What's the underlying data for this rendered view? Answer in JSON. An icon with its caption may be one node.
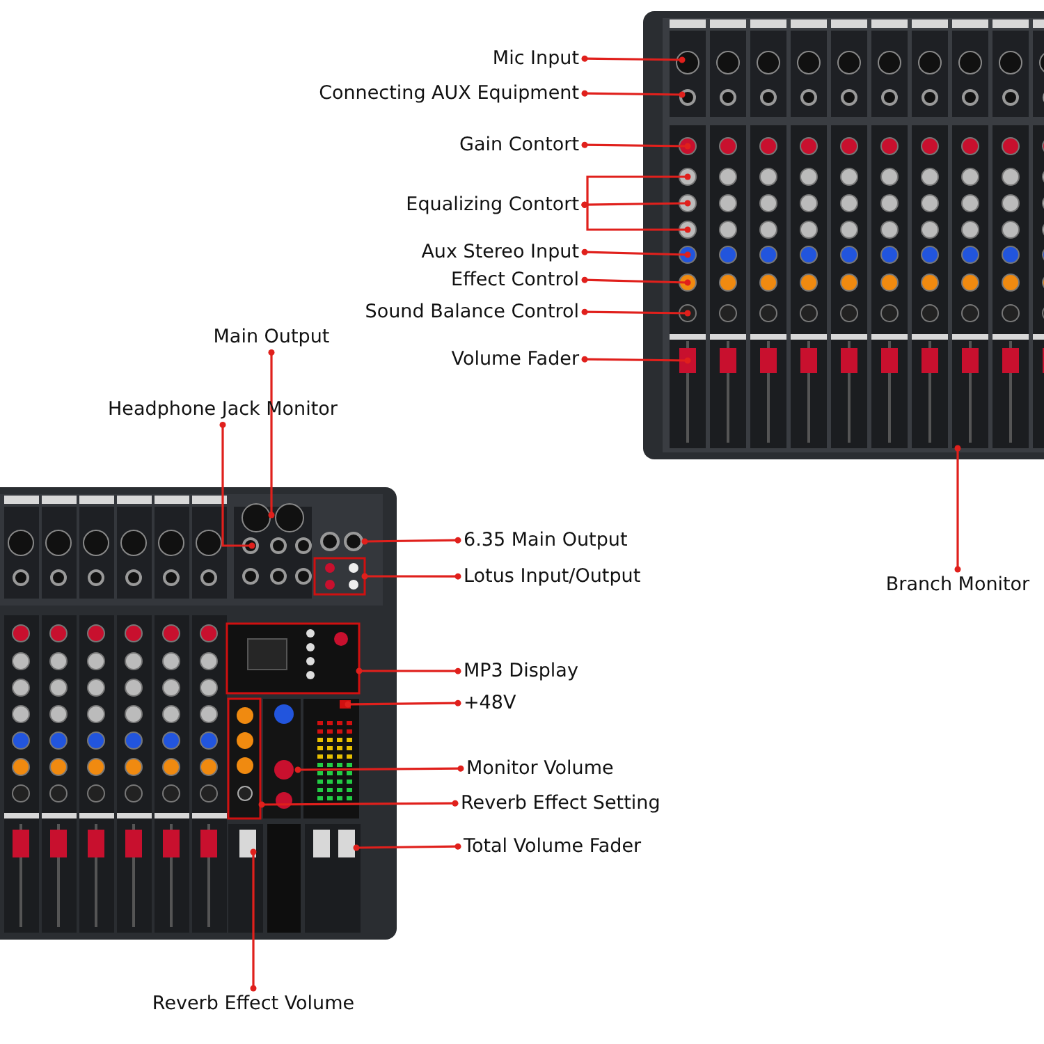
{
  "diagram": {
    "nodes": [
      {
        "text": [
          "Mic Input"
        ]
      },
      {
        "text": [
          "Connecting AUX Equipment"
        ]
      },
      {
        "text": [
          "Gain Contort"
        ]
      },
      {
        "text": [
          "Equalizing Contort"
        ]
      },
      {
        "text": [
          "Aux Stereo Input"
        ]
      },
      {
        "text": [
          "Effect Control"
        ]
      },
      {
        "text": [
          "Sound Balance Control"
        ]
      },
      {
        "text": [
          "Main Output"
        ]
      },
      {
        "text": [
          "Volume Fader"
        ]
      },
      {
        "text": [
          "Headphone Jack Monitor"
        ]
      },
      {
        "text": [
          "6.35 Main Output"
        ]
      },
      {
        "text": [
          "Lotus Input/Output"
        ]
      },
      {
        "text": [
          "MP3 Display"
        ]
      },
      {
        "text": [
          "+48V"
        ]
      },
      {
        "text": [
          "Monitor Volume"
        ]
      },
      {
        "text": [
          "Reverb Effect Setting"
        ]
      },
      {
        "text": [
          "Total Volume Fader"
        ]
      },
      {
        "text": [
          "Reverb Effect Volume"
        ]
      },
      {
        "text": [
          "Branch Monitor"
        ]
      }
    ],
    "edges": [
      {
        "from": 0,
        "to": null,
        "arrow": "other"
      },
      {
        "from": 1,
        "to": null,
        "arrow": "other"
      },
      {
        "from": 2,
        "to": null,
        "arrow": "other"
      },
      {
        "from": 3,
        "to": null,
        "arrow": "other"
      },
      {
        "from": 3,
        "to": null,
        "arrow": "other"
      },
      {
        "from": 3,
        "to": null,
        "arrow": "other"
      },
      {
        "from": 4,
        "to": null,
        "arrow": "other"
      },
      {
        "from": 5,
        "to": null,
        "arrow": "other"
      },
      {
        "from": 6,
        "to": null,
        "arrow": "other"
      },
      {
        "from": 7,
        "to": null,
        "arrow": "other"
      },
      {
        "from": 8,
        "to": null,
        "arrow": "other"
      },
      {
        "from": 9,
        "to": null,
        "arrow": "other"
      },
      {
        "from": 10,
        "to": null,
        "arrow": "other"
      },
      {
        "from": 11,
        "to": null,
        "arrow": "other"
      },
      {
        "from": 12,
        "to": null,
        "arrow": "other"
      },
      {
        "from": 13,
        "to": null,
        "arrow": "other"
      },
      {
        "from": 14,
        "to": null,
        "arrow": "other"
      },
      {
        "from": 15,
        "to": null,
        "arrow": "other"
      },
      {
        "from": 16,
        "to": null,
        "arrow": "other"
      },
      {
        "from": 17,
        "to": null,
        "arrow": "other"
      },
      {
        "from": 18,
        "to": null,
        "arrow": "other"
      }
    ]
  }
}
